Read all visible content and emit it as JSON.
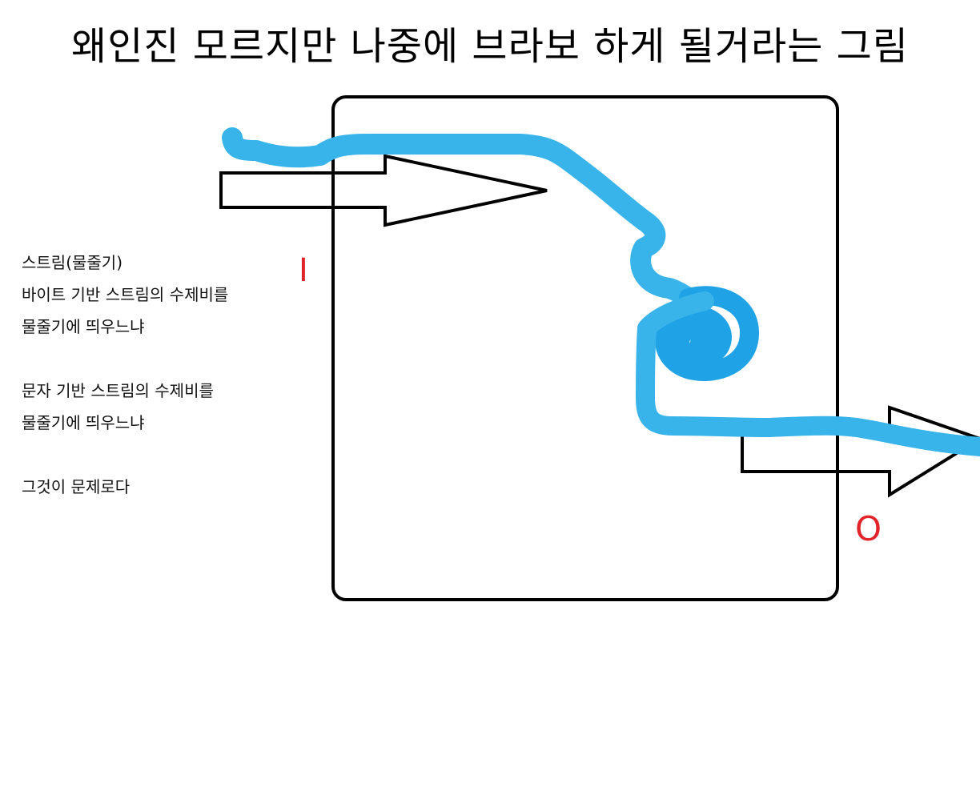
{
  "title": "왜인진 모르지만 나중에 브라보 하게 될거라는 그림",
  "notes": {
    "lines": [
      "스트림(물줄기)",
      "바이트 기반 스트림의 수제비를",
      "물줄기에 띄우느냐",
      "",
      "문자 기반 스트림의 수제비를",
      "물줄기에 띄우느냐",
      "",
      "그것이 문제로다"
    ]
  },
  "labels": {
    "input": "I",
    "output": "O"
  },
  "colors": {
    "stream": "#39b4ea",
    "stream_swirl": "#1fa3e6",
    "label": "#e0242a",
    "outline": "#000000"
  }
}
